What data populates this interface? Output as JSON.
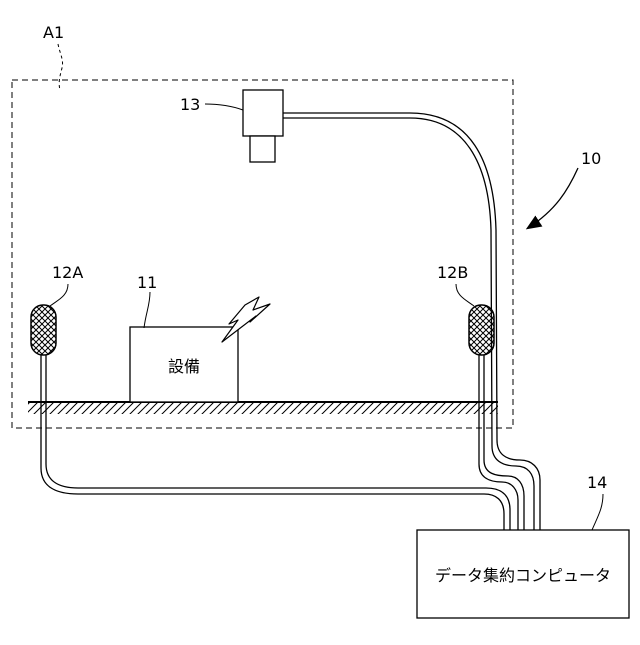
{
  "labels": {
    "area": "A1",
    "system": "10",
    "equipment_ref": "11",
    "sensor_a_ref": "12A",
    "sensor_b_ref": "12B",
    "camera_ref": "13",
    "computer_ref": "14"
  },
  "equipment_label": "設備",
  "computer_label": "データ集約コンピュータ"
}
